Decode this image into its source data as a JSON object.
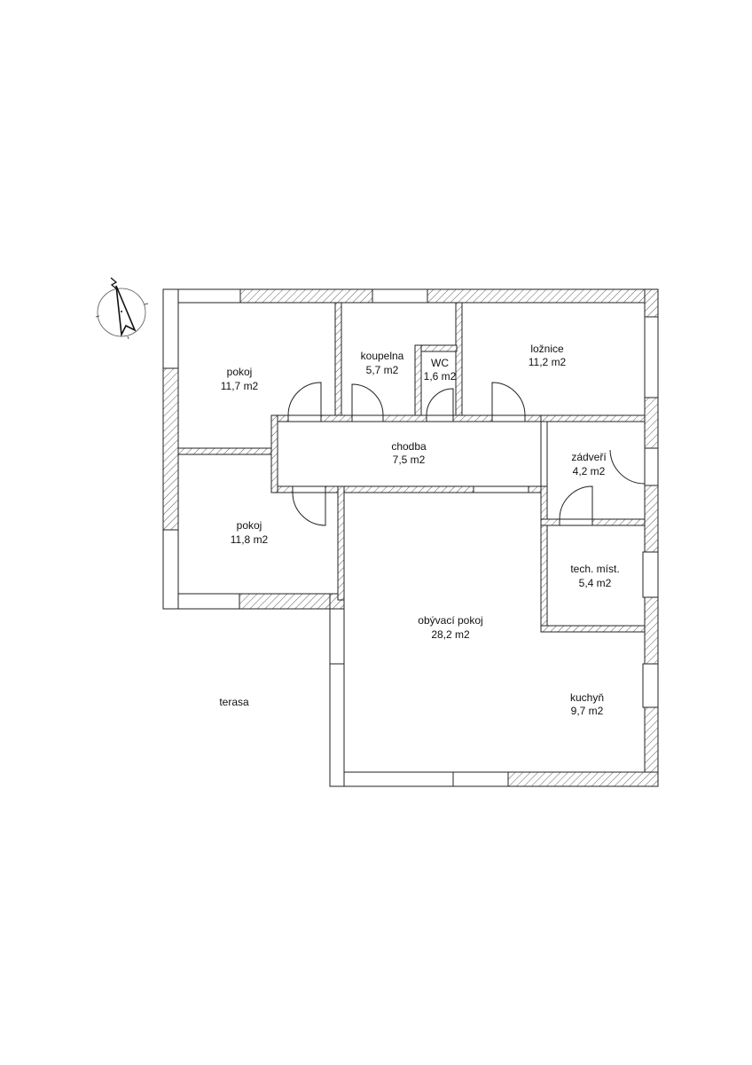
{
  "compass": {
    "north_label": "N"
  },
  "rooms": [
    {
      "name": "pokoj",
      "area": "11,7 m2"
    },
    {
      "name": "koupelna",
      "area": "5,7 m2"
    },
    {
      "name": "WC",
      "area": "1,6 m2"
    },
    {
      "name": "ložnice",
      "area": "11,2 m2"
    },
    {
      "name": "chodba",
      "area": "7,5 m2"
    },
    {
      "name": "zádveří",
      "area": "4,2 m2"
    },
    {
      "name": "pokoj",
      "area": "11,8 m2"
    },
    {
      "name": "tech. míst.",
      "area": "5,4 m2"
    },
    {
      "name": "obývací pokoj",
      "area": "28,2 m2"
    },
    {
      "name": "kuchyň",
      "area": "9,7 m2"
    }
  ],
  "terrace": {
    "name": "terasa"
  }
}
